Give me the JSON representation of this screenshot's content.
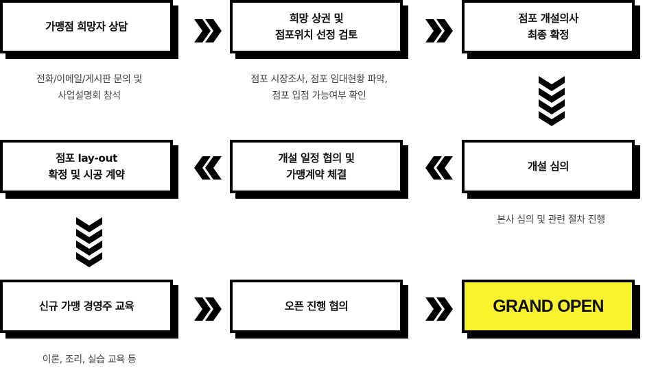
{
  "colors": {
    "border": "#000000",
    "box_bg": "#ffffff",
    "final_bg": "#F9F22E",
    "desc_text": "#444444"
  },
  "steps": [
    {
      "title": "가맹점 희망자 상담",
      "desc": "전화/이메일/게시판 문의 및\n사업설명회 참석"
    },
    {
      "title": "희망 상권 및\n점포위치 선정 검토",
      "desc": "점포 시장조사, 점포 임대현황 파악,\n점포 입점 가능여부 확인"
    },
    {
      "title": "점포 개설의사\n최종 확정",
      "desc": ""
    },
    {
      "title": "개설 심의",
      "desc": "본사 심의 및 관련 절차 진행"
    },
    {
      "title": "개설 일정 협의 및\n가맹계약 체결",
      "desc": ""
    },
    {
      "title": "점포 lay-out\n확정 및 시공 계약",
      "desc": ""
    },
    {
      "title": "신규 가맹 경영주 교육",
      "desc": "이론, 조리, 실습 교육 등"
    },
    {
      "title": "오픈 진행 협의",
      "desc": ""
    },
    {
      "title": "GRAND OPEN",
      "desc": ""
    }
  ],
  "arrows": [
    {
      "icon": "double-chevron-right-icon",
      "from": 1,
      "to": 2
    },
    {
      "icon": "double-chevron-right-icon",
      "from": 2,
      "to": 3
    },
    {
      "icon": "quad-chevron-down-icon",
      "from": 3,
      "to": 4
    },
    {
      "icon": "double-chevron-left-icon",
      "from": 4,
      "to": 5
    },
    {
      "icon": "double-chevron-left-icon",
      "from": 5,
      "to": 6
    },
    {
      "icon": "quad-chevron-down-icon",
      "from": 6,
      "to": 7
    },
    {
      "icon": "double-chevron-right-icon",
      "from": 7,
      "to": 8
    },
    {
      "icon": "double-chevron-right-icon",
      "from": 8,
      "to": 9
    }
  ]
}
